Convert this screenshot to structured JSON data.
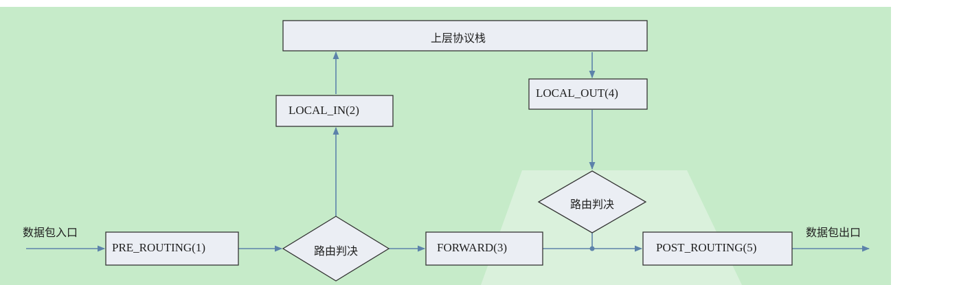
{
  "diagram": {
    "upper_stack": "上层协议栈",
    "local_in": "LOCAL_IN(2)",
    "local_out": "LOCAL_OUT(4)",
    "pre_routing": "PRE_ROUTING(1)",
    "forward": "FORWARD(3)",
    "post_routing": "POST_ROUTING(5)",
    "route_decision_main": "路由判决",
    "route_decision_out": "路由判决",
    "packet_in": "数据包入口",
    "packet_out": "数据包出口"
  },
  "colors": {
    "background": "#c6ebc9",
    "box_fill": "#ebeef4",
    "arrow": "#5c82aa",
    "border": "#333333"
  }
}
